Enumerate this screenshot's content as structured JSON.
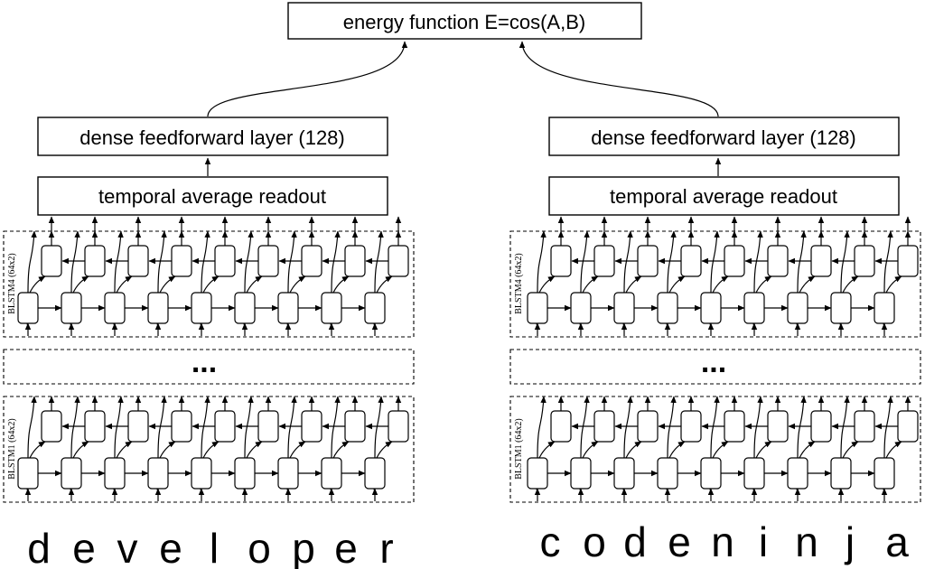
{
  "energy_label": "energy function E=cos(A,B)",
  "branches": [
    {
      "id": "left",
      "dense_label": "dense feedforward layer (128)",
      "readout_label": "temporal average readout",
      "upper_layer_label": "BLSTM4  (64x2)",
      "lower_layer_label": "BLSTM1  (64x2)",
      "ellipsis": "...",
      "letters": [
        "d",
        "e",
        "v",
        "e",
        "l",
        "o",
        "p",
        "e",
        "r"
      ]
    },
    {
      "id": "right",
      "dense_label": "dense feedforward layer (128)",
      "readout_label": "temporal average readout",
      "upper_layer_label": "BLSTM4  (64x2)",
      "lower_layer_label": "BLSTM1  (64x2)",
      "ellipsis": "...",
      "letters": [
        "c",
        "o",
        "d",
        "e",
        "n",
        "i",
        "n",
        "j",
        "a"
      ]
    }
  ]
}
